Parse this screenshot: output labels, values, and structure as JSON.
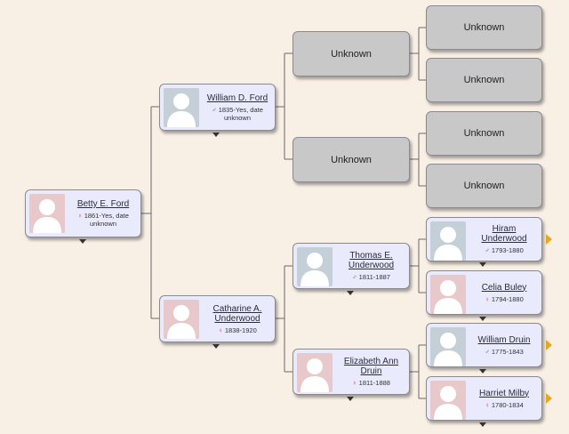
{
  "unknown_label": "Unknown",
  "people": {
    "root": {
      "name": "Betty E. Ford",
      "sym": "♀",
      "dates": "1861-Yes, date unknown"
    },
    "father": {
      "name": "William D. Ford",
      "sym": "♂",
      "dates": "1835-Yes, date unknown"
    },
    "mother": {
      "name": "Catharine A. Underwood",
      "sym": "♀",
      "dates": "1838-1920"
    },
    "mf": {
      "name": "Thomas E. Underwood",
      "sym": "♂",
      "dates": "1811-1887"
    },
    "mm": {
      "name": "Elizabeth Ann Druin",
      "sym": "♀",
      "dates": "1811-1888"
    },
    "mff": {
      "name": "Hiram Underwood",
      "sym": "♂",
      "dates": "1793-1880"
    },
    "mfm": {
      "name": "Celia Buley",
      "sym": "♀",
      "dates": "1794-1880"
    },
    "mmf": {
      "name": "William Druin",
      "sym": "♂",
      "dates": "1775-1843"
    },
    "mmm": {
      "name": "Harriet Milby",
      "sym": "♀",
      "dates": "1780-1834"
    }
  },
  "colors": {
    "female_photo": "#e8c9cb",
    "male_photo": "#c5cfd8",
    "unknown_card": "#c8c8c8",
    "person_card": "#e9eafc",
    "more_arrow": "#e6a81f"
  }
}
